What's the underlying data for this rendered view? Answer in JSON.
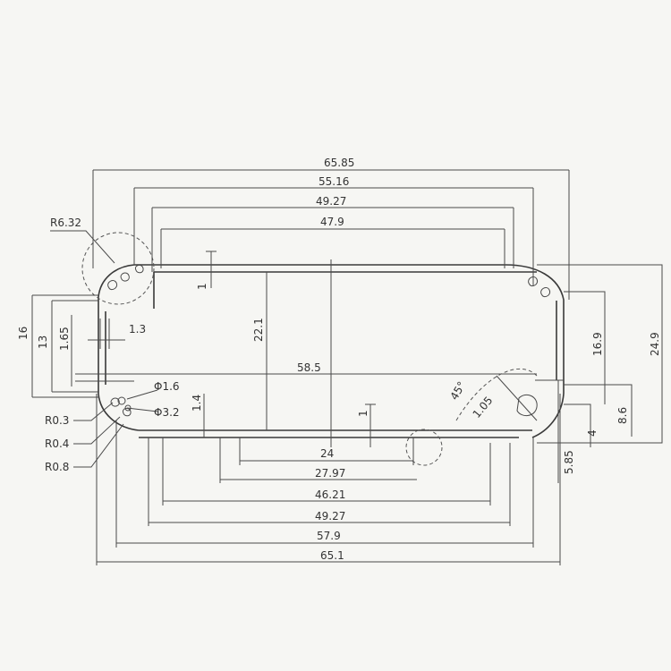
{
  "dimensions": {
    "top_outer_width": "65.85",
    "top_width_2": "55.16",
    "top_width_3": "49.27",
    "top_width_4": "47.9",
    "corner_radius": "R6.32",
    "left_height": "16",
    "left_height_inner": "13",
    "left_offset": "1.65",
    "lip_width": "1.3",
    "wall_top": "1",
    "inner_height": "22.1",
    "inner_width": "58.5",
    "hole_small": "Φ1.6",
    "hole_large": "Φ3.2",
    "step_height": "1.4",
    "radius_a": "R0.3",
    "radius_b": "R0.4",
    "radius_c": "R0.8",
    "angle": "45°",
    "chamfer": "1.05",
    "wall_bottom": "1",
    "right_height_inner": "16.9",
    "right_height_outer": "24.9",
    "right_height_mid": "8.6",
    "right_step": "4",
    "right_offset": "5.85",
    "bottom_width_1": "24",
    "bottom_width_2": "27.97",
    "bottom_width_3": "46.21",
    "bottom_width_4": "49.27",
    "bottom_width_5": "57.9",
    "bottom_outer_width": "65.1"
  }
}
